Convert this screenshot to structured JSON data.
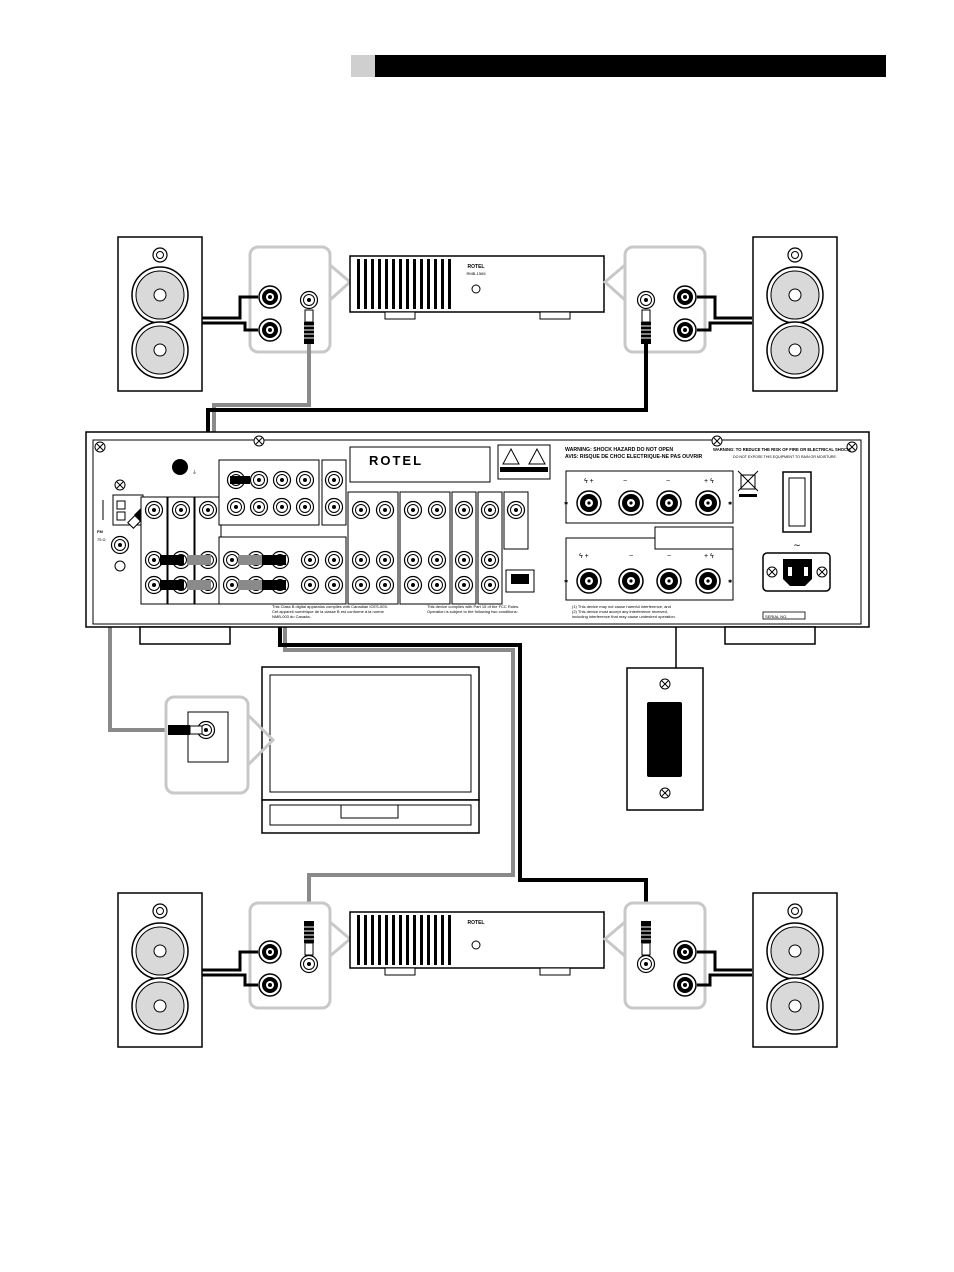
{
  "receiver": {
    "brand": "ROTEL",
    "fm_label": "FM",
    "fm_ohm": "75 Ω",
    "warning_en": "WARNING: SHOCK HAZARD DO NOT OPEN",
    "warning_fr": "AVIS: RISQUE DE CHOC ELECTRIQUE-NE PAS OUVRIR",
    "warning_fire_1": "WARNING: TO REDUCE THE RISK OF FIRE OR ELECTRICAL SHOCK,",
    "warning_fire_2": "DO NOT EXPOSE THIS EQUIPMENT TO RAIN OR MOISTURE.",
    "fcc_text_1": "This device complies with Part 15 of the FCC Rules.",
    "fcc_text_2": "Operation is subject to the following two conditions:",
    "fcc_cond_1": "(1) This device may not cause harmful interference, and",
    "fcc_cond_2": "(2) This device must accept any interference received,",
    "fcc_cond_3": "including interference that may cause undesired operation.",
    "class_b_1": "This Class B digital apparatus complies with Canadian ICES-003.",
    "class_b_2": "Cet appareil numérique de la classe B est conforme à la norme",
    "class_b_3": "NMB-003 du Canada.",
    "serial_label": "SERIAL NO."
  },
  "amp_top": {
    "brand": "ROTEL",
    "model": "RMB-1565"
  },
  "amp_bottom": {
    "brand": "ROTEL"
  },
  "colors": {
    "line": "#000000",
    "cable_gray": "#8a8a8a",
    "callout": "#c8c8c8",
    "woofer": "#d9d9d9"
  }
}
